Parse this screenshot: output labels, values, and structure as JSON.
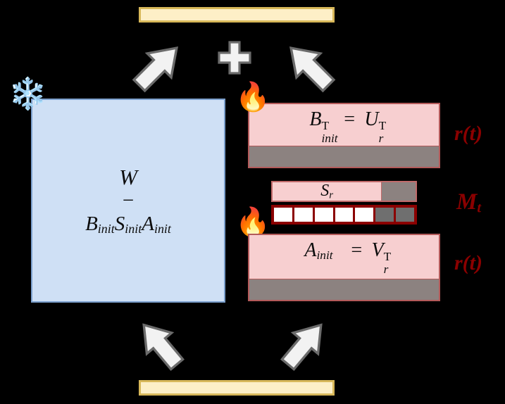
{
  "diagram": {
    "title": "Rank-adaptive LoRA residual decomposition",
    "colors": {
      "background": "#000000",
      "frozen_fill": "#cfe0f5",
      "frozen_border": "#7b9fcc",
      "trainable_fill": "#f7cfd0",
      "trainable_border": "#b35a5a",
      "masked_gray": "#8c8280",
      "mask_cell_on": "#ffffff",
      "mask_cell_off": "#6f6f6f",
      "mask_border": "#8b0000",
      "annotation_red": "#8b0000",
      "activation_fill": "#fdefc7",
      "activation_border": "#d8b85a",
      "arrow_fill": "#f2f2f2",
      "arrow_stroke": "#6b6b6b"
    }
  },
  "activations": {
    "top_bar_label": "",
    "bottom_bar_label": ""
  },
  "frozen_matrix": {
    "icon": "snowflake-icon",
    "line1": "W",
    "line2": "−",
    "line3_terms": [
      {
        "base": "B",
        "sub": "init"
      },
      {
        "base": "S",
        "sub": "init"
      },
      {
        "base": "A",
        "sub": "init"
      }
    ]
  },
  "operator": {
    "symbol": "+",
    "name": "plus-icon"
  },
  "trainable_blocks": [
    {
      "id": "block-b",
      "icon": "fire-icon",
      "equation": {
        "lhs": {
          "base": "B",
          "sub": "init",
          "sup": "T"
        },
        "relation": "=",
        "rhs": {
          "base": "U",
          "sub": "r",
          "sup": "T"
        }
      },
      "dimension_label": "r(t)",
      "has_masked_tail": true
    },
    {
      "id": "block-a",
      "icon": "fire-icon",
      "equation": {
        "lhs": {
          "base": "A",
          "sub": "init",
          "sup": ""
        },
        "relation": "=",
        "rhs": {
          "base": "V",
          "sub": "r",
          "sup": "T"
        }
      },
      "dimension_label": "r(t)",
      "has_masked_tail": true
    }
  ],
  "singular_row": {
    "label_base": "S",
    "label_sub": "r",
    "active_fraction_percent": 76
  },
  "mask_row": {
    "label": "M",
    "label_sub": "t",
    "cells": [
      1,
      1,
      1,
      1,
      1,
      0,
      0
    ],
    "active_count": 5,
    "inactive_count": 2,
    "total_count": 7
  },
  "arrows": [
    {
      "name": "arrow-top-left",
      "direction": "up-right"
    },
    {
      "name": "arrow-top-right",
      "direction": "up-left"
    },
    {
      "name": "arrow-bottom-left",
      "direction": "up-left"
    },
    {
      "name": "arrow-bottom-right",
      "direction": "up-right"
    }
  ]
}
